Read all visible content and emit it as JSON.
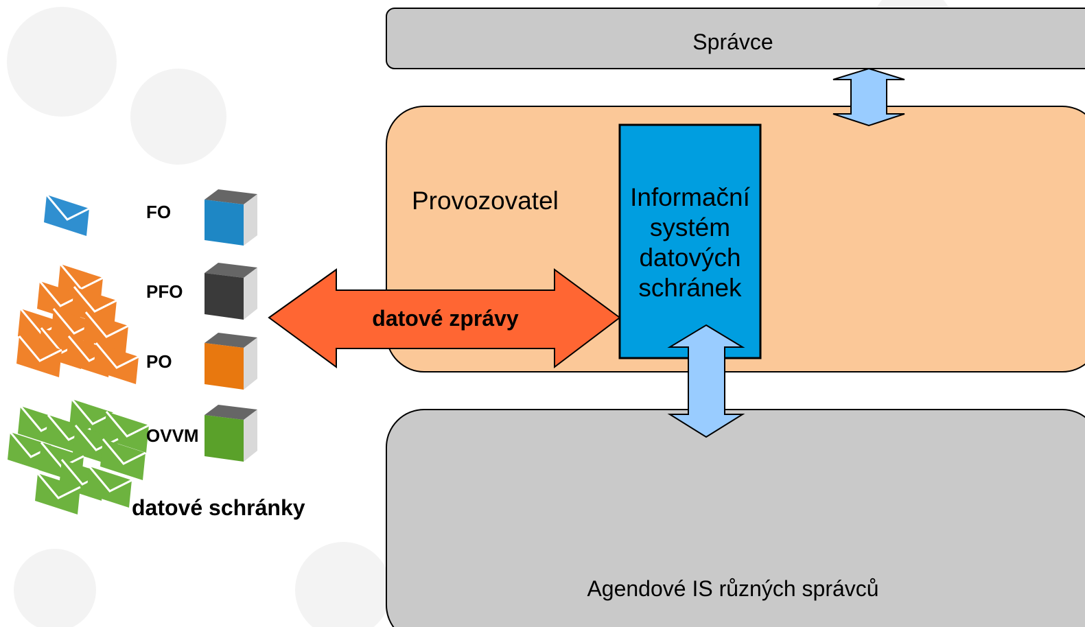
{
  "diagram": {
    "spravce": "Správce",
    "provozovatel": "Provozovatel",
    "isds": "Informační\nsystém\ndatových\nschránek",
    "agendove_is": "Agendové IS různých správců",
    "datove_zpravy": "datové zprávy",
    "datove_schranky": "datové schránky",
    "types": [
      {
        "label": "FO",
        "box_color": "#1e87c5"
      },
      {
        "label": "PFO",
        "box_color": "#3a3a3a"
      },
      {
        "label": "PO",
        "box_color": "#e8780f"
      },
      {
        "label": "OVVM",
        "box_color": "#5aa12a"
      }
    ]
  },
  "colors": {
    "gray_box": "#c9c9c9",
    "orange_area": "#fbc898",
    "isds_box": "#009ee0",
    "message_arrow": "#ff6633",
    "link_arrow": "#99ccff",
    "envelope_blue": "#2f8fd0",
    "envelope_orange": "#f0822a",
    "envelope_green": "#6db33f"
  }
}
